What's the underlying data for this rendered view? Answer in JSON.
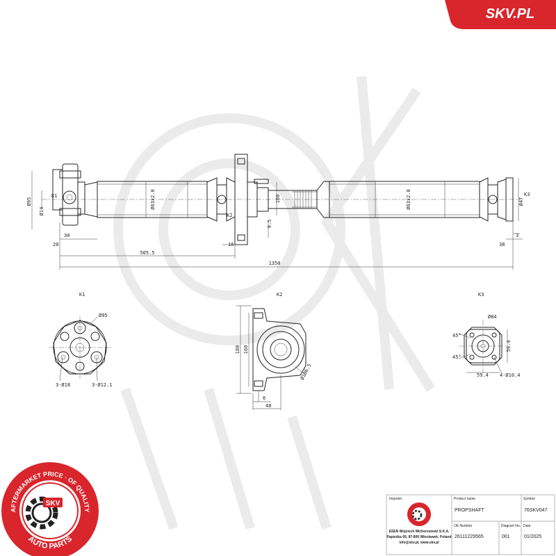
{
  "brand": {
    "logo_text": "SKV.PL",
    "color": "#d9252c"
  },
  "labels": {
    "k1": "K1",
    "k2": "K2",
    "k3": "K3"
  },
  "main_view": {
    "d95": "Ø95",
    "d14": "Ø14",
    "d63": "Ø63x2.0",
    "d63b": "Ø63x2.0",
    "d47": "Ø47",
    "n160": "160",
    "n95": "9.5",
    "n20": "20",
    "n30": "30",
    "n16": "16",
    "n38": "38",
    "n3": "3",
    "n505": "505.5",
    "n1350": "1350"
  },
  "k1_view": {
    "d95": "Ø95",
    "holes18": "3-Ø18",
    "holes12": "3-Ø12.1"
  },
  "k2_view": {
    "h180": "180",
    "h160": "160",
    "d106": "Ø106.5",
    "w6": "6",
    "w48": "48"
  },
  "k3_view": {
    "d84": "Ø84",
    "a45a": "45°",
    "a45b": "45°",
    "s594v": "59.4",
    "s594h": "59.4",
    "holes": "4-Ø10.4"
  },
  "stamp": {
    "ring_text": "AFTERMARKET PRICE · OF QUALITY",
    "bottom_text": "AUTO PARTS",
    "center": "SKV",
    "color": "#d9252c"
  },
  "title_block": {
    "importer_label": "Importer",
    "importer_text": [
      "ESEN Wojciech Michorzewski S.K.A.",
      "Papieżka 69, 87-800 Włocławek, Poland",
      "info@skv.pl, www.skv.pl"
    ],
    "product_label": "Product name",
    "product_value": "PROPSHAFT",
    "symbol_label": "Symbol",
    "symbol_value": "76SKV047",
    "oe_label": "OE Number",
    "oe_value": "26111229565",
    "diagram_label": "Diagram No.",
    "diagram_value": "001",
    "date_label": "Date",
    "date_value": "01/2025"
  }
}
